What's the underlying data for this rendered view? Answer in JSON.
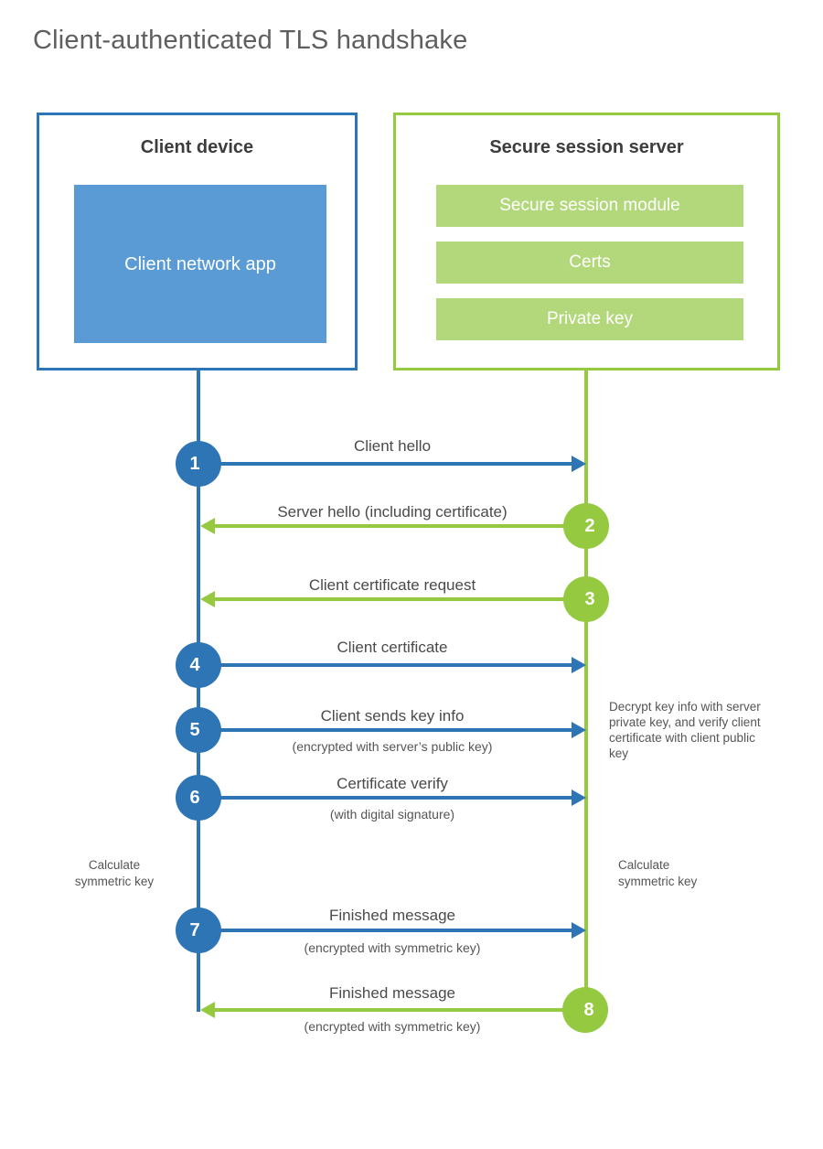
{
  "title": "Client-authenticated TLS handshake",
  "colors": {
    "blue": "#2e75b6",
    "blue_light": "#5b9bd5",
    "green": "#95c93f",
    "green_light": "#b3d87c"
  },
  "client": {
    "title": "Client device",
    "app_label": "Client network app"
  },
  "server": {
    "title": "Secure session server",
    "modules": [
      "Secure session module",
      "Certs",
      "Private key"
    ]
  },
  "steps": [
    {
      "num": "1",
      "label": "Client hello",
      "direction": "right",
      "color": "blue"
    },
    {
      "num": "2",
      "label": "Server hello (including certificate)",
      "direction": "left",
      "color": "green"
    },
    {
      "num": "3",
      "label": "Client certificate request",
      "direction": "left",
      "color": "green"
    },
    {
      "num": "4",
      "label": "Client certificate",
      "direction": "right",
      "color": "blue"
    },
    {
      "num": "5",
      "label": "Client sends key info",
      "sub": "(encrypted with server’s public key)",
      "direction": "right",
      "color": "blue"
    },
    {
      "num": "6",
      "label": "Certificate verify",
      "sub": "(with digital signature)",
      "direction": "right",
      "color": "blue"
    },
    {
      "num": "7",
      "label": "Finished message",
      "sub": "(encrypted with symmetric key)",
      "direction": "right",
      "color": "blue"
    },
    {
      "num": "8",
      "label": "Finished message",
      "sub": "(encrypted with symmetric key)",
      "direction": "left",
      "color": "green"
    }
  ],
  "notes": {
    "decrypt": "Decrypt key info with server private key, and verify client certificate with client public key",
    "calculate_left": "Calculate symmetric key",
    "calculate_right": "Calculate symmetric key"
  }
}
